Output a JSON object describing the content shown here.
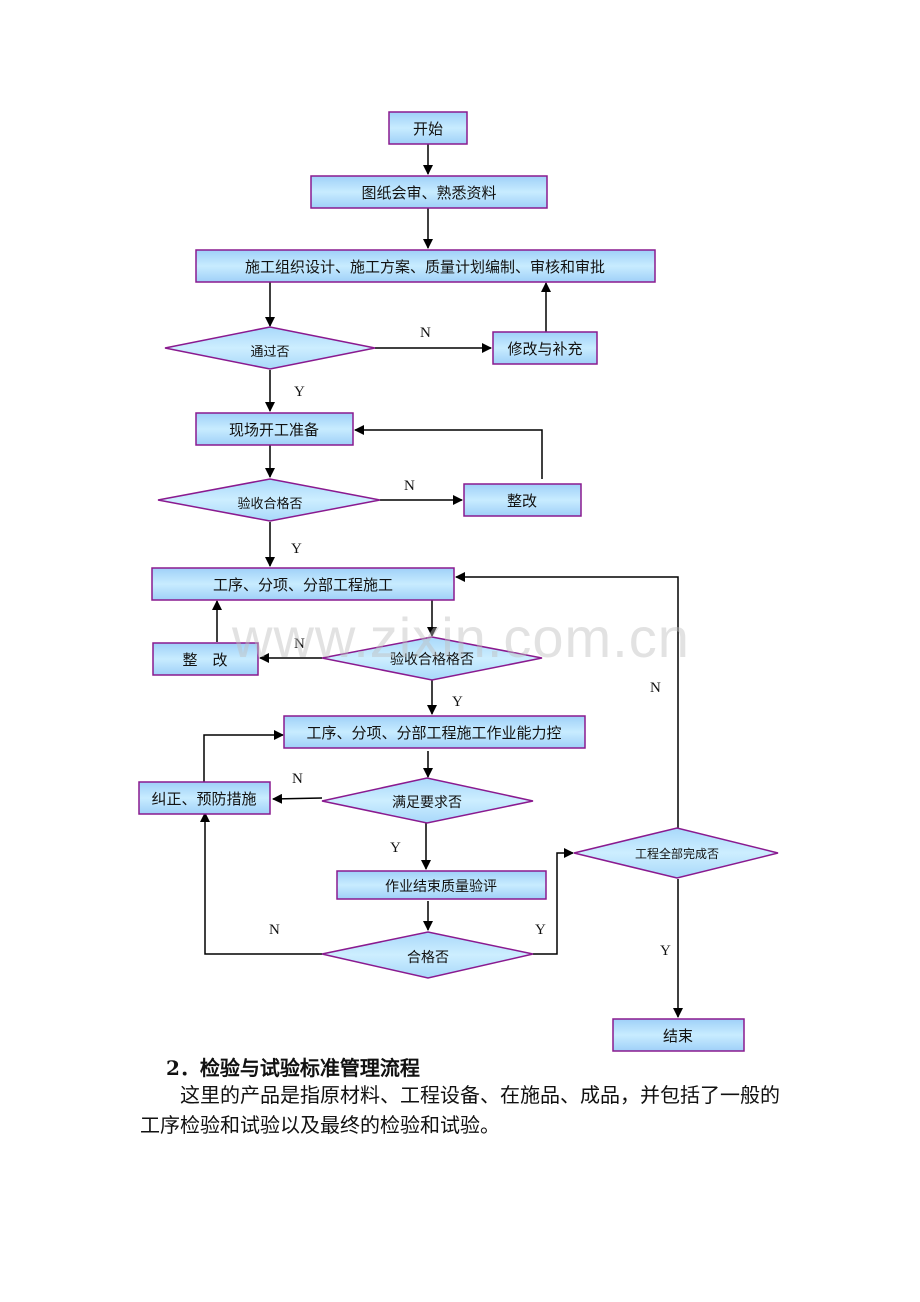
{
  "flowchart": {
    "colors": {
      "fill_light": "#c8ecff",
      "fill_dark": "#9fd0f8",
      "border": "#8a1a8f",
      "line": "#000000"
    },
    "nodes": {
      "start": "开始",
      "review_drawings": "图纸会审、熟悉资料",
      "construction_design": "施工组织设计、施工方案、质量计划编制、审核和审批",
      "approved_q": "通过否",
      "revise": "修改与补充",
      "site_prep": "现场开工准备",
      "acceptance_q1": "验收合格否",
      "rectify1": "整改",
      "subproject_construction": "工序、分项、分部工程施工",
      "rectify2": "整　改",
      "acceptance_q2": "验收合格格否",
      "capability_control": "工序、分项、分部工程施工作业能力控",
      "corrective_actions": "纠正、预防措施",
      "meets_requirements_q": "满足要求否",
      "quality_evaluation": "作业结束质量验评",
      "qualified_q": "合格否",
      "project_complete_q": "工程全部完成否",
      "end": "结束"
    },
    "labels": {
      "yes": "Y",
      "no": "N"
    }
  },
  "watermark": "www.zixin.com.cn",
  "document": {
    "section_heading": "2．检验与试验标准管理流程",
    "paragraph": "这里的产品是指原材料、工程设备、在施品、成品，并包括了一般的工序检验和试验以及最终的检验和试验。"
  }
}
